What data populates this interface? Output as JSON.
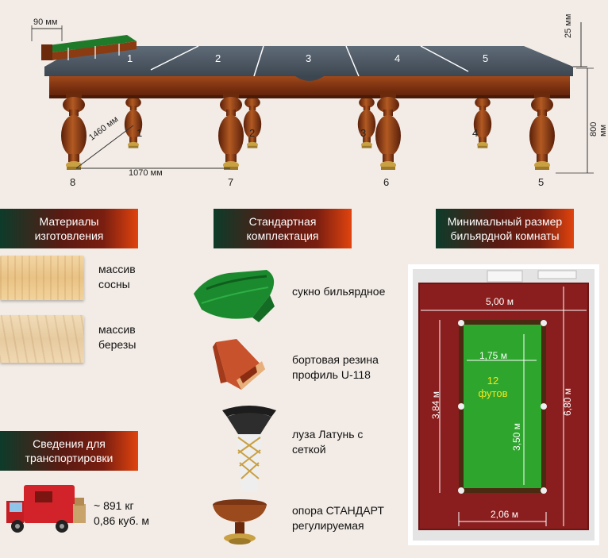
{
  "table_diagram": {
    "rail_width": "90 мм",
    "slate_thickness": "25 мм",
    "table_height": "800 мм",
    "leg_diagonal": "1460 мм",
    "leg_span": "1070 мм",
    "slate_numbers": [
      "1",
      "2",
      "3",
      "4",
      "5"
    ],
    "back_legs": [
      "1",
      "2",
      "3",
      "4"
    ],
    "front_legs": [
      "8",
      "7",
      "6",
      "5"
    ]
  },
  "sections": {
    "materials": "Материалы изготовления",
    "standard_kit": "Стандартная комплектация",
    "min_room": "Минимальный размер бильярдной комнаты",
    "transport": "Сведения для транспортировки"
  },
  "materials": [
    {
      "line1": "массив",
      "line2": "сосны"
    },
    {
      "line1": "массив",
      "line2": "березы"
    }
  ],
  "kit": [
    {
      "line1": "сукно бильярдное",
      "line2": ""
    },
    {
      "line1": "бортовая резина",
      "line2": "профиль U-118"
    },
    {
      "line1": "луза Латунь с",
      "line2": "сеткой"
    },
    {
      "line1": "опора СТАНДАРТ",
      "line2": "регулируемая"
    }
  ],
  "transport_info": {
    "weight": "~ 891 кг",
    "volume": "0,86 куб. м"
  },
  "room": {
    "room_width": "5,00 м",
    "room_length": "6,80 м",
    "table_length": "3,84 м",
    "table_width": "2,06 м",
    "play_width": "1,75 м",
    "play_length": "3,50 м",
    "size_number": "12",
    "size_unit": "футов"
  },
  "colors": {
    "felt": "#1f7a2a",
    "slate": "#4a5561",
    "wood": "#8a3b12",
    "carpet": "#8a1e1e",
    "header_dark": "#0d3b2a",
    "header_bright": "#e0440e",
    "size_text": "#f5e61b"
  }
}
